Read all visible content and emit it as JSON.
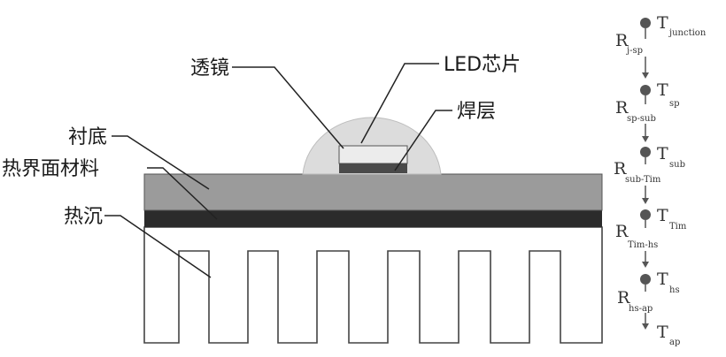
{
  "labels": {
    "lens": "透镜",
    "led_chip": "LED芯片",
    "solder": "焊层",
    "substrate": "衬底",
    "tim": "热界面材料",
    "heatsink": "热沉"
  },
  "thermal_chain": {
    "temps": [
      {
        "main": "T",
        "sub": "junction"
      },
      {
        "main": "T",
        "sub": "sp"
      },
      {
        "main": "T",
        "sub": "sub"
      },
      {
        "main": "T",
        "sub": "Tim"
      },
      {
        "main": "T",
        "sub": "hs"
      },
      {
        "main": "T",
        "sub": "ap"
      }
    ],
    "resistances": [
      {
        "main": "R",
        "sub": "j-sp"
      },
      {
        "main": "R",
        "sub": "sp-sub"
      },
      {
        "main": "R",
        "sub": "sub-Tim"
      },
      {
        "main": "R",
        "sub": "Tim-hs"
      },
      {
        "main": "R",
        "sub": "hs-ap"
      }
    ]
  },
  "colors": {
    "substrate": "#9b9b9b",
    "tim": "#2b2b2b",
    "lens": "#dcdcdc",
    "chip": "#e9e9e9",
    "solder": "#4a4a4a",
    "outline": "#444444"
  }
}
